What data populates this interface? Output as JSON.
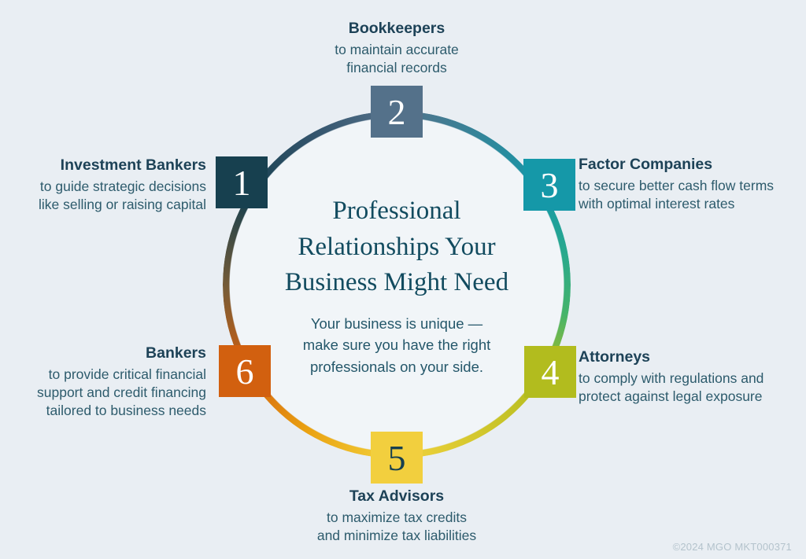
{
  "center": {
    "title": "Professional\nRelationships Your\nBusiness Might Need",
    "subtitle": "Your business is unique —\nmake sure you have the right\nprofessionals on your side."
  },
  "items": [
    {
      "num": "1",
      "title": "Investment Bankers",
      "desc": "to guide strategic decisions\nlike selling or raising capital",
      "color": "#17404f",
      "num_color": "#ffffff"
    },
    {
      "num": "2",
      "title": "Bookkeepers",
      "desc": "to maintain accurate\nfinancial records",
      "color": "#54718a",
      "num_color": "#ffffff"
    },
    {
      "num": "3",
      "title": "Factor Companies",
      "desc": "to secure better cash flow terms\nwith optimal interest rates",
      "color": "#1598a8",
      "num_color": "#ffffff"
    },
    {
      "num": "4",
      "title": "Attorneys",
      "desc": "to comply with regulations and\nprotect against legal exposure",
      "color": "#b2bc1e",
      "num_color": "#ffffff"
    },
    {
      "num": "5",
      "title": "Tax Advisors",
      "desc": "to maximize tax credits\nand minimize tax liabilities",
      "color": "#f2cf3e",
      "num_color": "#17404f"
    },
    {
      "num": "6",
      "title": "Bankers",
      "desc": "to provide critical financial\nsupport and credit financing\ntailored to business needs",
      "color": "#d2600f",
      "num_color": "#ffffff"
    }
  ],
  "ring": {
    "stops": [
      {
        "angle": 0,
        "color": "#54718a"
      },
      {
        "angle": 57,
        "color": "#1598a8"
      },
      {
        "angle": 80,
        "color": "#2aa98c"
      },
      {
        "angle": 100,
        "color": "#45b46a"
      },
      {
        "angle": 122,
        "color": "#b2bc1e"
      },
      {
        "angle": 180,
        "color": "#f2d23c"
      },
      {
        "angle": 212,
        "color": "#eaa111"
      },
      {
        "angle": 240,
        "color": "#d2600f"
      },
      {
        "angle": 268,
        "color": "#7a5c35"
      },
      {
        "angle": 300,
        "color": "#17404f"
      },
      {
        "angle": 330,
        "color": "#33546c"
      },
      {
        "angle": 360,
        "color": "#54718a"
      }
    ]
  },
  "footer": {
    "credit": "©2024 MGO  MKT000371"
  }
}
